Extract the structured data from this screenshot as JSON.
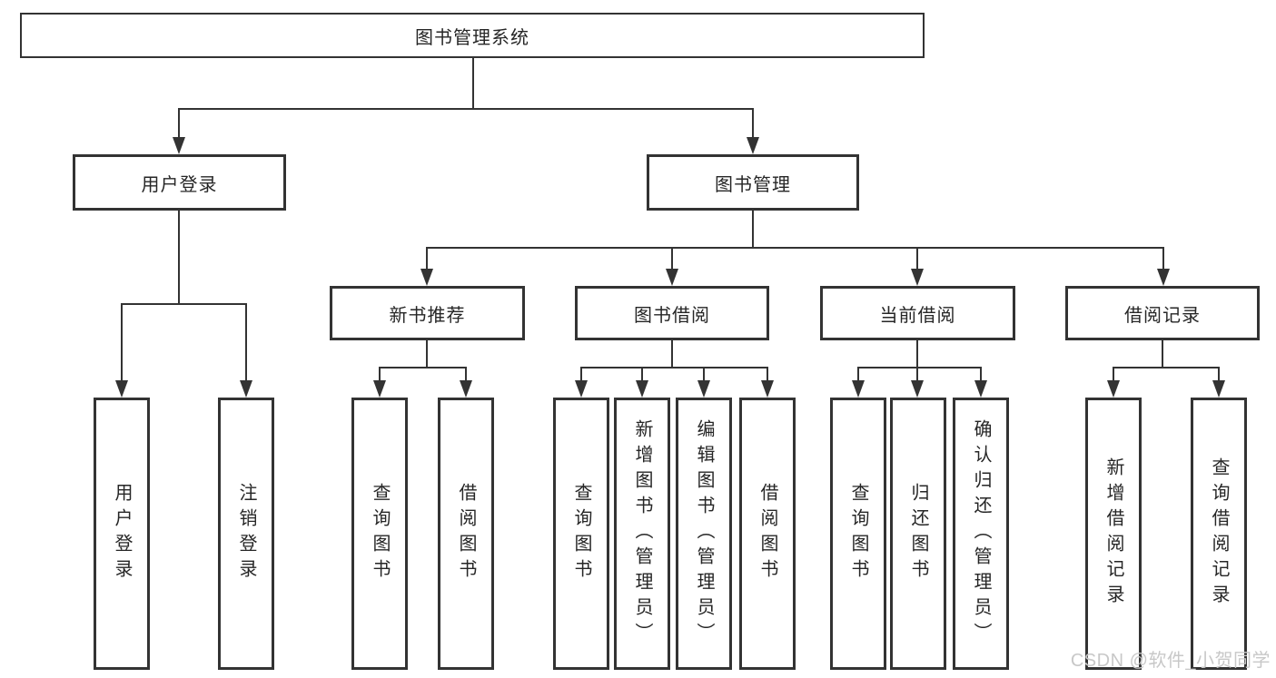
{
  "colors": {
    "line": "#333333",
    "text": "#262626",
    "watermark": "#c8c8c8",
    "background": "#ffffff"
  },
  "chart_type": "hierarchy-diagram",
  "nodes": {
    "root": "图书管理系统",
    "user_login": "用户登录",
    "book_mgmt": "图书管理",
    "new_book": "新书推荐",
    "book_borrow": "图书借阅",
    "current_borrow": "当前借阅",
    "borrow_records": "借阅记录",
    "leaves": {
      "user_login": [
        "用户登录",
        "注销登录"
      ],
      "new_book": [
        "查询图书",
        "借阅图书"
      ],
      "book_borrow": [
        "查询图书",
        "新增图书（管理员）",
        "编辑图书（管理员）",
        "借阅图书"
      ],
      "current_borrow": [
        "查询图书",
        "归还图书",
        "确认归还（管理员）"
      ],
      "borrow_records": [
        "新增借阅记录",
        "查询借阅记录"
      ]
    }
  },
  "watermark": "CSDN @软件_小贺同学"
}
